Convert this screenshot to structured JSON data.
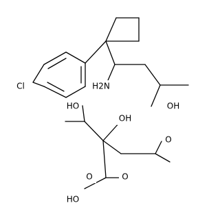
{
  "diagram": {
    "colors": {
      "background": "#ffffff",
      "bond": "#000000",
      "label": "#000000"
    },
    "atom_labels": {
      "chlorine": "Cl",
      "amine": "H2N",
      "hydroxyl_upper_right": "OH",
      "hydroxyl_carboxyl_left": "HO",
      "hydroxyl_center": "OH",
      "carbonyl_oxygen_right": "O",
      "carbonyl_oxygen_left": "O",
      "carbonyl_oxygen_lower": "O",
      "hydroxyl_carboxyl_lower": "HO"
    }
  }
}
